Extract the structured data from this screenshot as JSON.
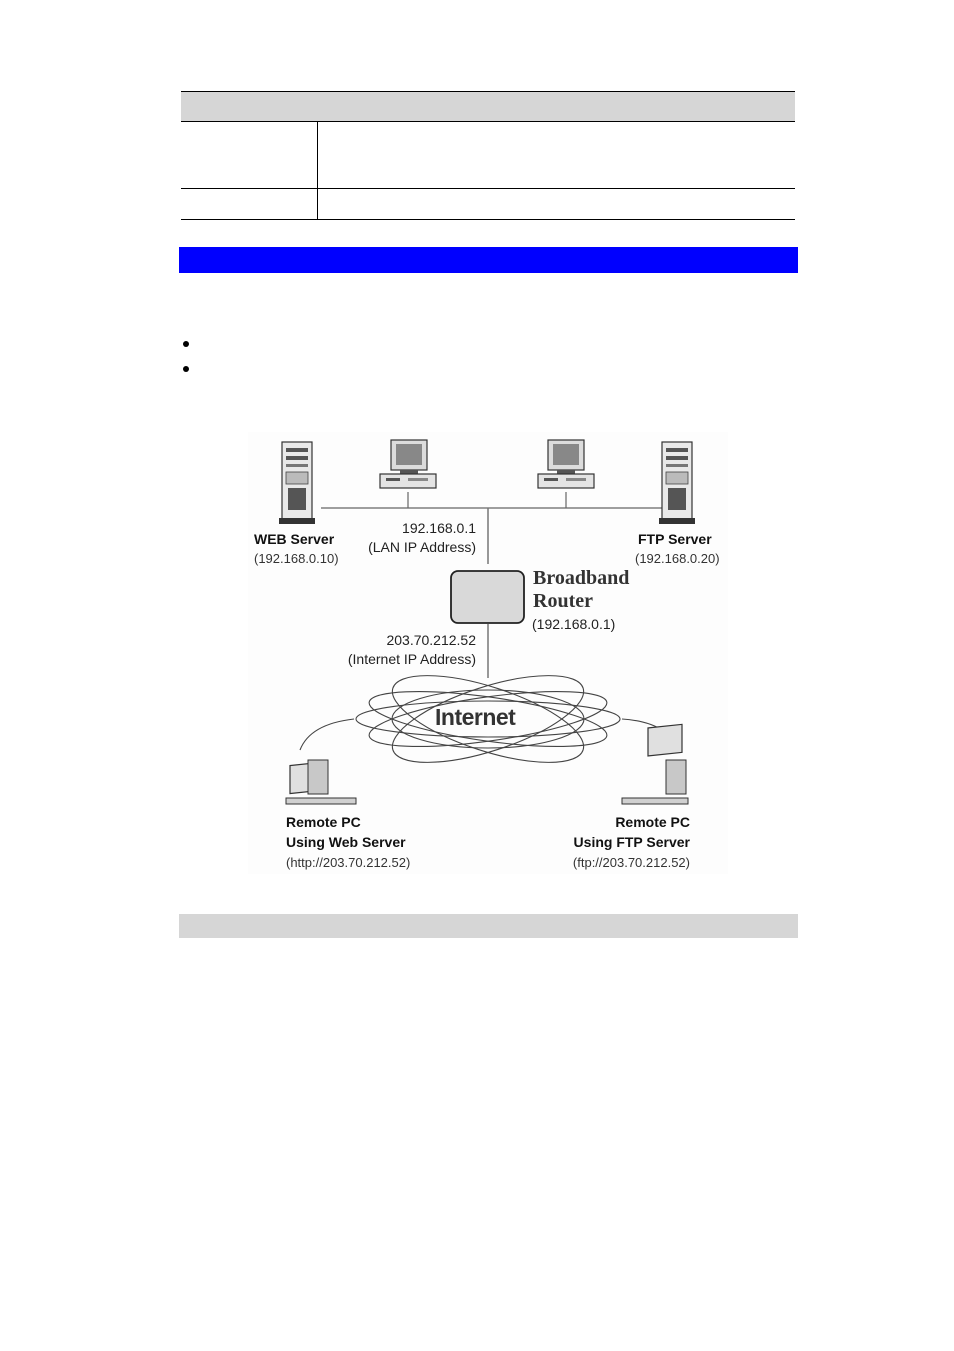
{
  "diagram": {
    "web_server": {
      "name": "WEB Server",
      "ip": "(192.168.0.10)"
    },
    "ftp_server": {
      "name": "FTP Server",
      "ip": "(192.168.0.20)"
    },
    "lan": {
      "ip": "192.168.0.1",
      "caption": "(LAN IP Address)"
    },
    "router": {
      "name_line1": "Broadband",
      "name_line2": "Router",
      "ip": "(192.168.0.1)"
    },
    "wan": {
      "ip": "203.70.212.52",
      "caption": "(Internet IP Address)"
    },
    "internet_label": "Internet",
    "remote_web": {
      "line1": "Remote PC",
      "line2": "Using Web Server",
      "url": "(http://203.70.212.52)"
    },
    "remote_ftp": {
      "line1": "Remote PC",
      "line2": "Using FTP Server",
      "url": "(ftp://203.70.212.52)"
    },
    "icons": [
      "server-tower-icon",
      "desktop-pc-icon",
      "router-box-icon",
      "internet-orbits-icon",
      "remote-pc-icon"
    ]
  },
  "colors": {
    "section_bar": "#0000ff",
    "table_header": "#d6d6d6",
    "footer_bar": "#d6d6d6"
  }
}
